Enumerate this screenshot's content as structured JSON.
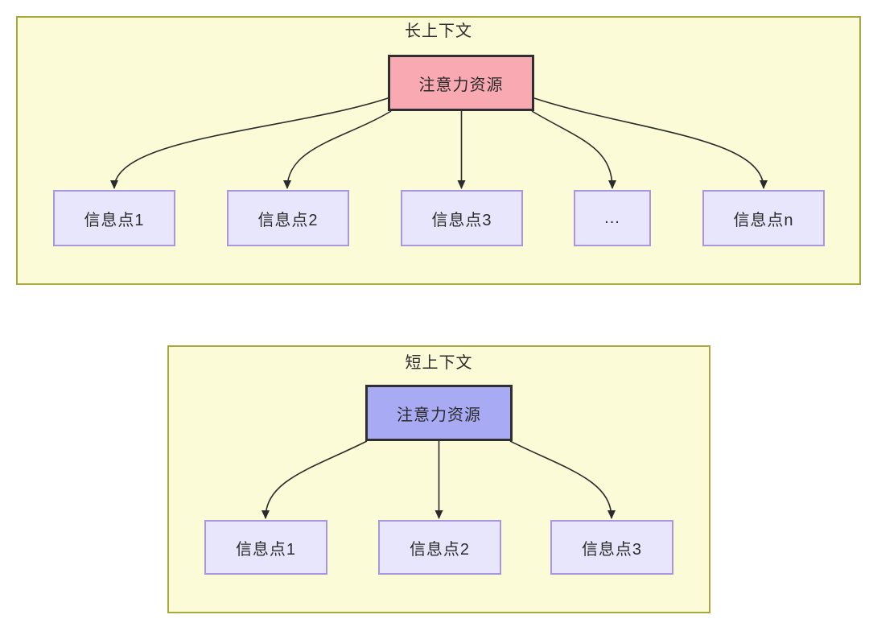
{
  "diagram": {
    "long_context": {
      "title": "长上下文",
      "hub_label": "注意力资源",
      "nodes": [
        "信息点1",
        "信息点2",
        "信息点3",
        "...",
        "信息点n"
      ]
    },
    "short_context": {
      "title": "短上下文",
      "hub_label": "注意力资源",
      "nodes": [
        "信息点1",
        "信息点2",
        "信息点3"
      ]
    },
    "colors": {
      "group_fill": "#fbfbd8",
      "group_border": "#a8a83f",
      "hub_long_fill": "#f9a9b1",
      "hub_short_fill": "#a8aaf3",
      "hub_border": "#2f2f2f",
      "node_fill": "#e8e6fc",
      "node_border": "#aa96dc",
      "arrow": "#2b2b2b",
      "text": "#2b2b2b"
    }
  }
}
